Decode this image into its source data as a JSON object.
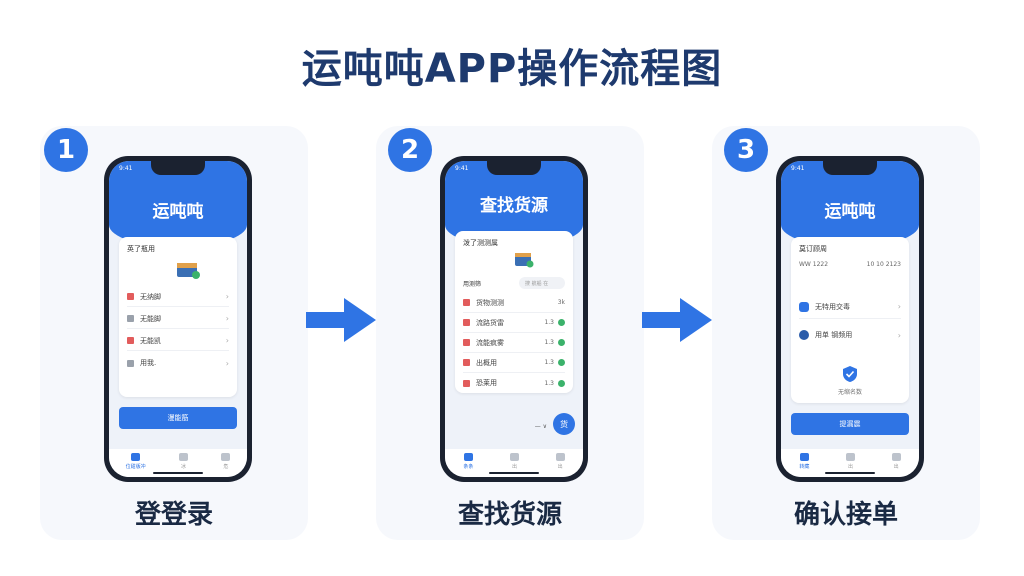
{
  "title": "运吨吨APP操作流程图",
  "colors": {
    "accent": "#2f74e4",
    "title": "#1e3a6e",
    "ok": "#3bb26b"
  },
  "steps": [
    {
      "number": "1",
      "label": "登登录",
      "phone": {
        "header": "运吨吨",
        "card_head": "英了瓶用",
        "rows": [
          "无纳脚",
          "无能脚",
          "无能凯",
          "用我."
        ],
        "button": "漫能筋",
        "tabs": [
          "位甜版冲",
          "冰",
          "危"
        ]
      }
    },
    {
      "number": "2",
      "label": "查找货源",
      "phone": {
        "header": "查找货源",
        "card_head": "泼了测测属",
        "search_label": "用测筛",
        "search_placeholder": "搜 航船 在",
        "rows": [
          {
            "text": "货物测测",
            "value": "3k"
          },
          {
            "text": "流路货雷",
            "value": "1.3"
          },
          {
            "text": "流能疯雾",
            "value": "1.3"
          },
          {
            "text": "出概用",
            "value": "1.3"
          },
          {
            "text": "恐莱用",
            "value": "1.3"
          }
        ],
        "sort": "—  ∨",
        "fab": "货",
        "tabs": [
          "条条",
          "出",
          "出"
        ]
      }
    },
    {
      "number": "3",
      "label": "确认接单",
      "phone": {
        "header": "运吨吨",
        "card_head": "莫订顾周",
        "info_left": "WW 1222",
        "info_right": "10 10 2123",
        "rows": [
          "无特用交毒",
          "用单 钢频用"
        ],
        "confirm_text": "无缩名数",
        "button": "提漏震",
        "tabs": [
          "转藏",
          "出",
          "出"
        ]
      }
    }
  ]
}
